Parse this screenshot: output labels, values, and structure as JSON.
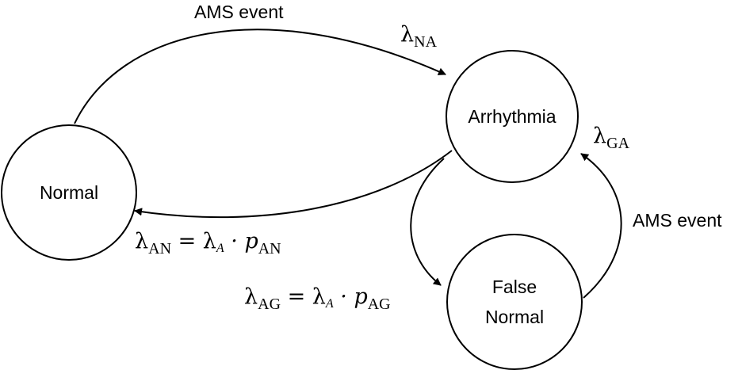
{
  "nodes": {
    "normal": "Normal",
    "arrhythmia": "Arrhythmia",
    "false_normal_line1": "False",
    "false_normal_line2": "Normal"
  },
  "edges": {
    "normal_to_arrhythmia": {
      "label": "AMS event",
      "rate": "λ",
      "rate_sub": "NA"
    },
    "arrhythmia_to_normal": {
      "rate": "λ",
      "rate_sub": "AN",
      "eq": " = λ",
      "eq_sub": "A",
      "dot": " · p",
      "p_sub": "AN"
    },
    "arrhythmia_to_false_normal": {
      "rate": "λ",
      "rate_sub": "AG",
      "eq": " = λ",
      "eq_sub": "A",
      "dot": " · p",
      "p_sub": "AG"
    },
    "false_normal_to_arrhythmia": {
      "label": "AMS event",
      "rate": "λ",
      "rate_sub": "GA"
    }
  }
}
